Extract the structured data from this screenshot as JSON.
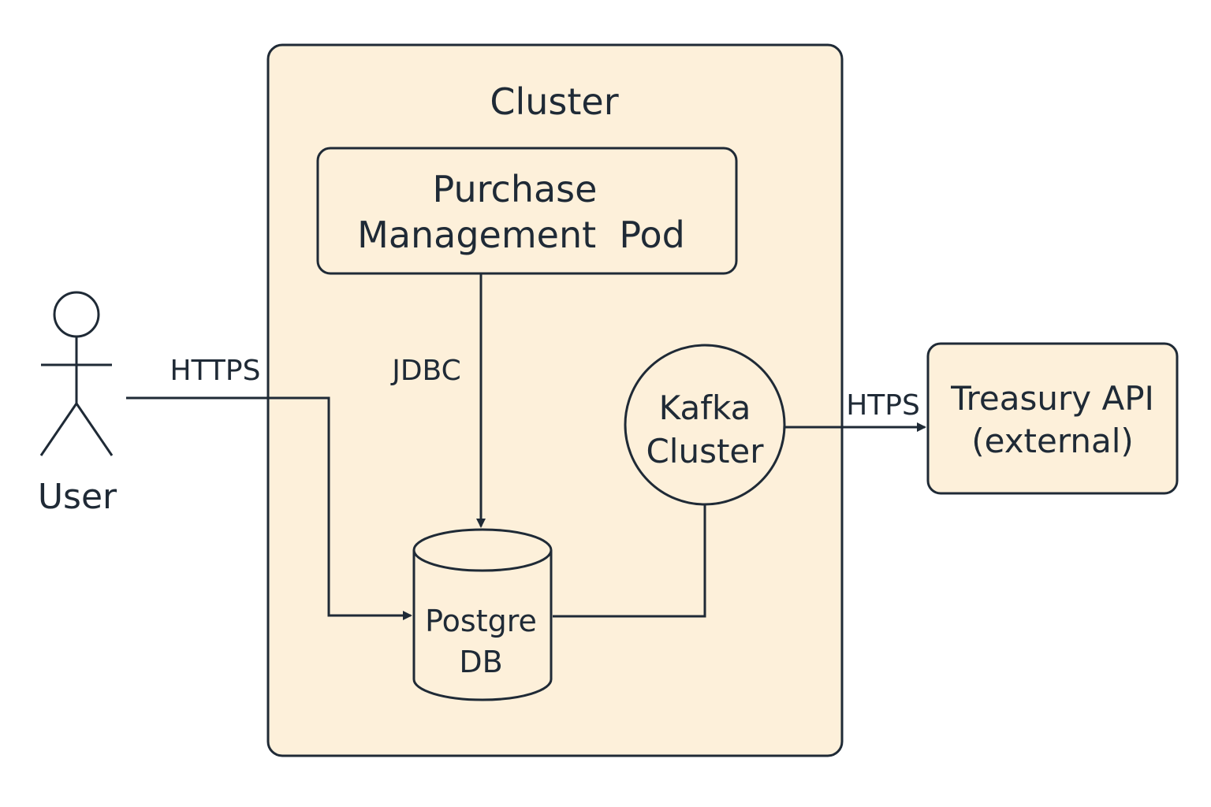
{
  "cluster": {
    "title": "Cluster"
  },
  "pod": {
    "line1": "Purchase",
    "line2": "Management  Pod"
  },
  "kafka": {
    "line1": "Kafka",
    "line2": "Cluster"
  },
  "db": {
    "line1": "Postgre",
    "line2": "DB"
  },
  "treasury": {
    "line1": "Treasury API",
    "line2": "(external)"
  },
  "user": {
    "label": "User"
  },
  "edges": {
    "user_to_db": "HTTPS",
    "pod_to_db": "JDBC",
    "kafka_to_treasury": "HTPS"
  },
  "colors": {
    "fill": "#fdf0da",
    "stroke": "#1f2a36"
  }
}
